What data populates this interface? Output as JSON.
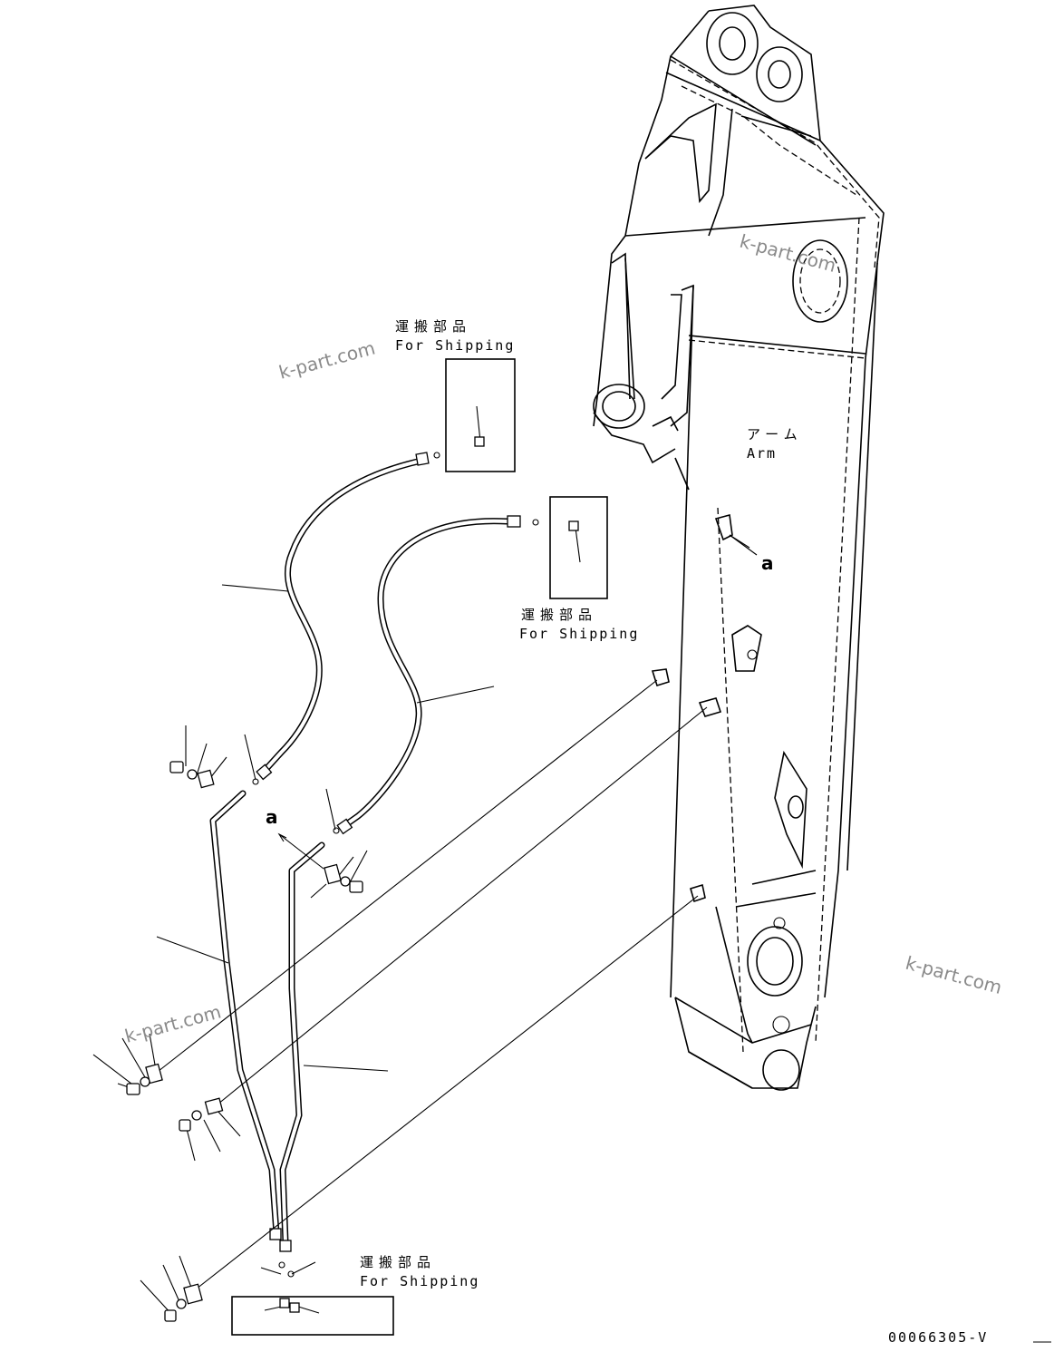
{
  "labels": {
    "shipping_jp": "運搬部品",
    "shipping_en": "For Shipping",
    "arm_jp": "アーム",
    "arm_en": "Arm",
    "view_mark": "a",
    "drawing_number": "00066305-V"
  },
  "watermark": {
    "text": "k-part.com",
    "color": "#8a8a8a"
  },
  "colors": {
    "line": "#000000",
    "background": "#ffffff"
  }
}
